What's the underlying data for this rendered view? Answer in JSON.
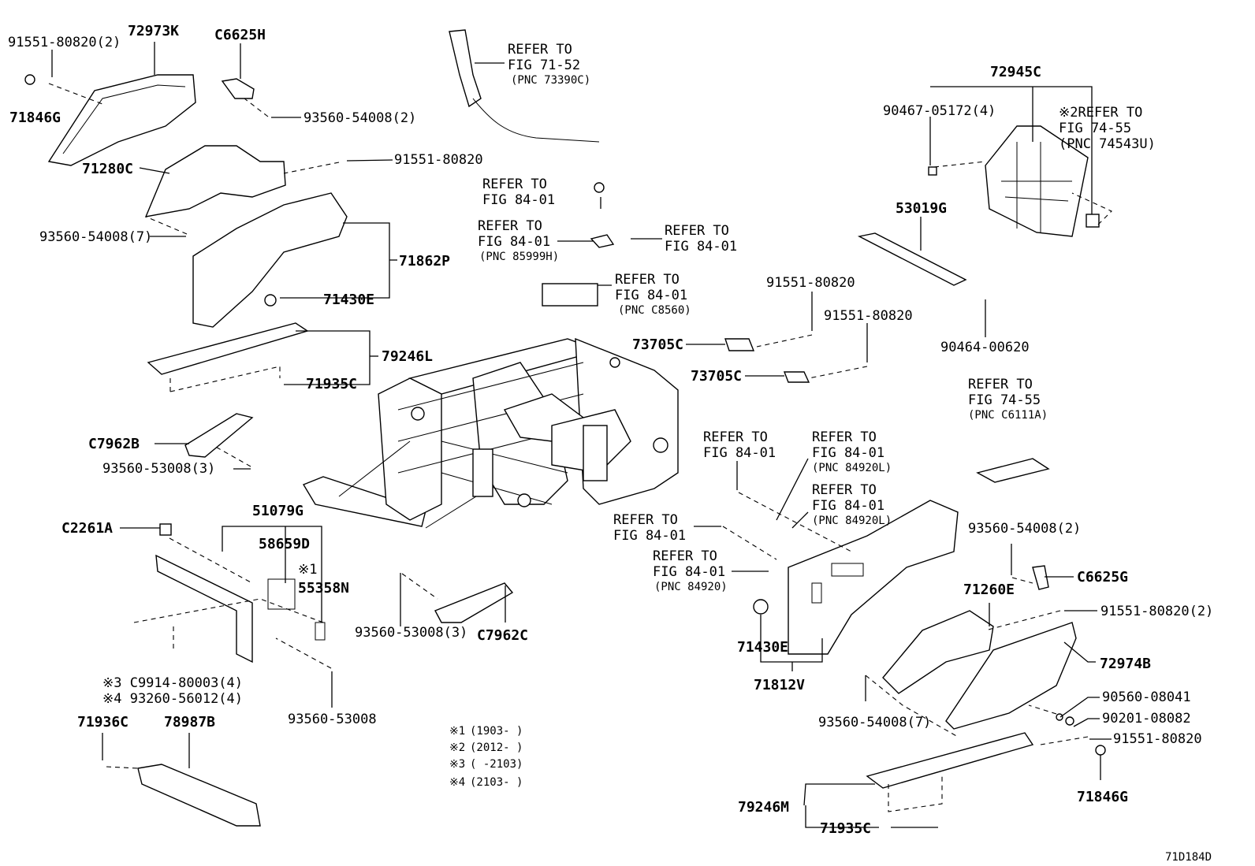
{
  "diagram_id": "71D184D",
  "refer_labels": {
    "r1_l1": "REFER TO",
    "r1_l2": "FIG 71-52",
    "r1_l3": "(PNC 73390C)",
    "r2_l1": "REFER TO",
    "r2_l2": "FIG 84-01",
    "r3_l1": "REFER TO",
    "r3_l2": "FIG 84-01",
    "r3_l3": "(PNC 85999H)",
    "r4_l1": "REFER TO",
    "r4_l2": "FIG 84-01",
    "r5_l1": "REFER TO",
    "r5_l2": "FIG 84-01",
    "r5_l3": "(PNC C8560)",
    "r6_l1": "※2REFER TO",
    "r6_l2": "FIG 74-55",
    "r6_l3": "(PNC 74543U)",
    "r7_l1": "REFER TO",
    "r7_l2": "FIG 74-55",
    "r7_l3": "(PNC C6111A)",
    "r8_l1": "REFER TO",
    "r8_l2": "FIG 84-01",
    "r9_l1": "REFER TO",
    "r9_l2": "FIG 84-01",
    "r9_l3": "(PNC 84920L)",
    "r10_l1": "REFER TO",
    "r10_l2": "FIG 84-01",
    "r10_l3": "(PNC 84920L)",
    "r11_l1": "REFER TO",
    "r11_l2": "FIG 84-01",
    "r12_l1": "REFER TO",
    "r12_l2": "FIG 84-01",
    "r12_l3": "(PNC 84920)"
  },
  "parts": {
    "p91551_80820_2_top": "91551-80820(2)",
    "p72973K": "72973K",
    "pC6625H": "C6625H",
    "p71846G_top": "71846G",
    "p93560_54008_2_top": "93560-54008(2)",
    "p71280C": "71280C",
    "p91551_80820_mid": "91551-80820",
    "p93560_54008_7_left": "93560-54008(7)",
    "p71862P": "71862P",
    "p71430E_left": "71430E",
    "p79246L": "79246L",
    "p71935C_left": "71935C",
    "pC7962B": "C7962B",
    "p93560_53008_3_left": "93560-53008(3)",
    "p51079G": "51079G",
    "pC2261A": "C2261A",
    "p58659D": "58659D",
    "p55358N_mark": "※1",
    "p55358N": "55358N",
    "p93560_53008_3_mid": "93560-53008(3)",
    "pC7962C": "C7962C",
    "pC9914_line": "※3 C9914-80003(4)",
    "p93260_line": "※4 93260-56012(4)",
    "p93560_53008": "93560-53008",
    "p71936C": "71936C",
    "p78987B": "78987B",
    "p72945C": "72945C",
    "p90467_05172": "90467-05172(4)",
    "p53019G": "53019G",
    "p91551_80820_a": "91551-80820",
    "p91551_80820_b": "91551-80820",
    "p73705C_a": "73705C",
    "p73705C_b": "73705C",
    "p90464_00620": "90464-00620",
    "p93560_54008_2_right": "93560-54008(2)",
    "pC6625G": "C6625G",
    "p71260E": "71260E",
    "p91551_80820_2_right": "91551-80820(2)",
    "p72974B": "72974B",
    "p71430E_right": "71430E",
    "p71812V": "71812V",
    "p93560_54008_7_right": "93560-54008(7)",
    "p90560_08041": "90560-08041",
    "p90201_08082": "90201-08082",
    "p91551_80820_right_low": "91551-80820",
    "p71846G_right": "71846G",
    "p79246M": "79246M",
    "p71935C_right": "71935C"
  },
  "notes": [
    {
      "mark": "※1",
      "range": "(1903-      )"
    },
    {
      "mark": "※2",
      "range": "(2012-      )"
    },
    {
      "mark": "※3",
      "range": "(      -2103)"
    },
    {
      "mark": "※4",
      "range": "(2103-      )"
    }
  ]
}
